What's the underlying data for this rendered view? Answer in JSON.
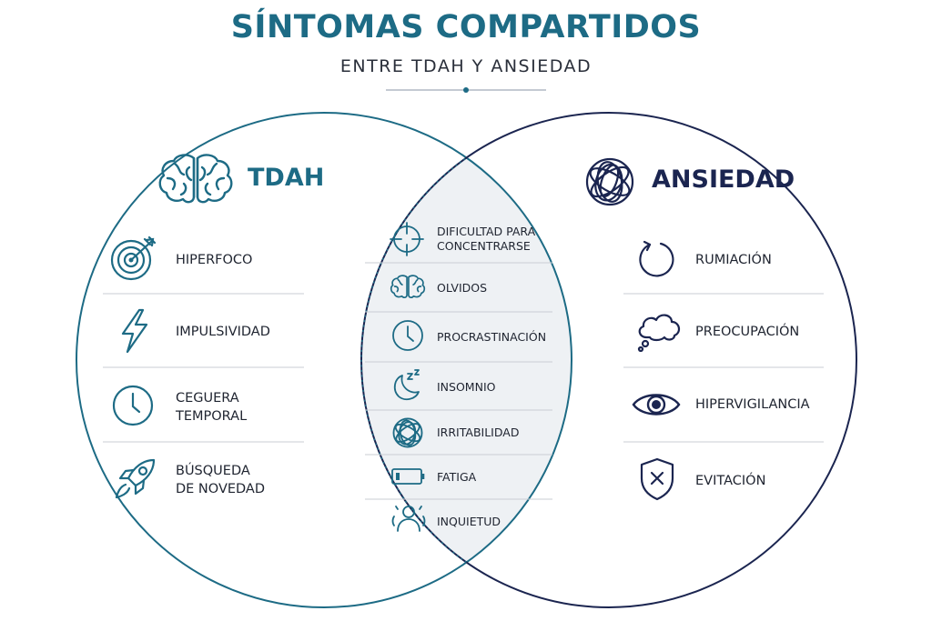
{
  "header": {
    "title": "SÍNTOMAS COMPARTIDOS",
    "subtitle": "ENTRE TDAH Y ANSIEDAD"
  },
  "colors": {
    "tdah": "#1d6b85",
    "ansiedad": "#1b2550",
    "overlap_fill": "#eef1f4",
    "divider": "#c9cdd3"
  },
  "tdah": {
    "title": "TDAH",
    "icon": "brain-icon",
    "items": [
      {
        "label": "HIPERFOCO",
        "icon": "target-icon"
      },
      {
        "label": "IMPULSIVIDAD",
        "icon": "lightning-icon"
      },
      {
        "label": "CEGUERA",
        "label2": "TEMPORAL",
        "icon": "clock-icon"
      },
      {
        "label": "BÚSQUEDA",
        "label2": "DE NOVEDAD",
        "icon": "rocket-icon"
      }
    ]
  },
  "ansiedad": {
    "title": "ANSIEDAD",
    "icon": "tangled-ball-icon",
    "items": [
      {
        "label": "RUMIACIÓN",
        "icon": "circular-arrow-icon"
      },
      {
        "label": "PREOCUPACIÓN",
        "icon": "thought-cloud-icon"
      },
      {
        "label": "HIPERVIGILANCIA",
        "icon": "eye-icon"
      },
      {
        "label": "EVITACIÓN",
        "icon": "shield-x-icon"
      }
    ]
  },
  "shared": {
    "items": [
      {
        "label": "DIFICULTAD PARA",
        "label2": "CONCENTRARSE",
        "icon": "crosshair-icon"
      },
      {
        "label": "OLVIDOS",
        "icon": "brain-icon"
      },
      {
        "label": "PROCRASTINACIÓN",
        "icon": "clock-icon"
      },
      {
        "label": "INSOMNIO",
        "icon": "moon-zzz-icon"
      },
      {
        "label": "IRRITABILIDAD",
        "icon": "tangled-ball-icon"
      },
      {
        "label": "FATIGA",
        "icon": "low-battery-icon"
      },
      {
        "label": "INQUIETUD",
        "icon": "restless-person-icon"
      }
    ]
  }
}
